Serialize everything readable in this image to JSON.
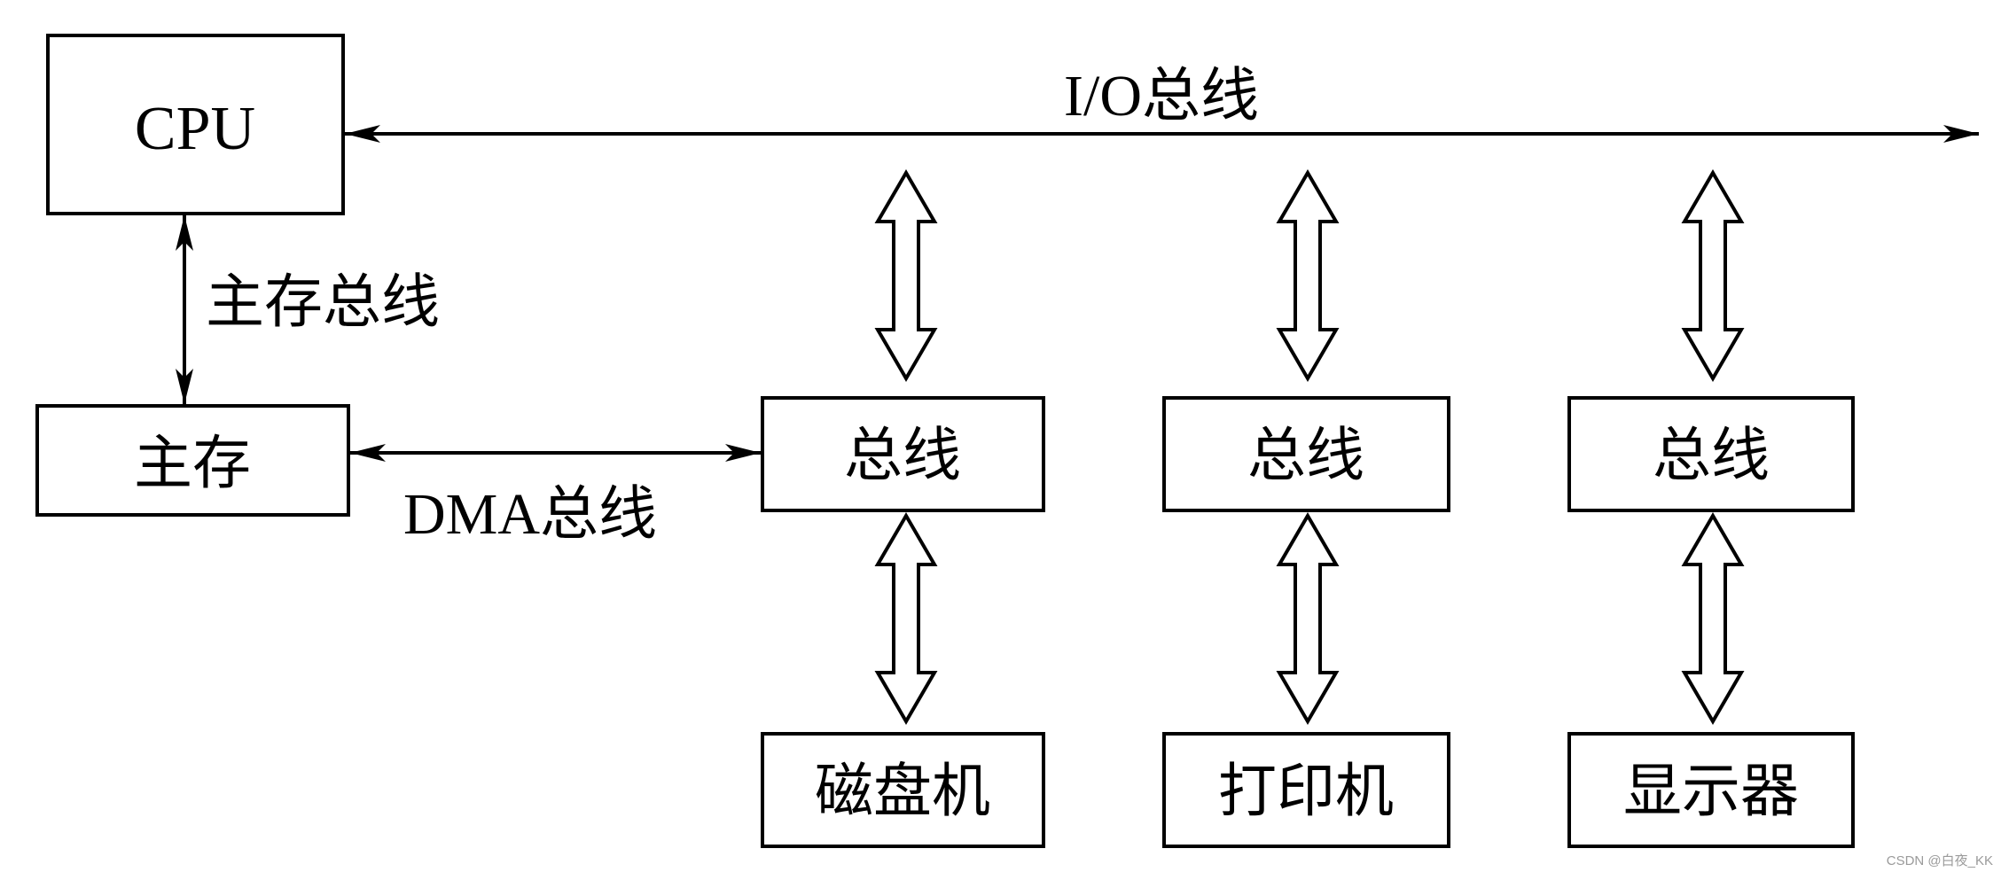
{
  "diagram": {
    "cpu": "CPU",
    "io_bus": "I/O总线",
    "main_memory_bus": "主存总线",
    "main_memory": "主存",
    "dma_bus": "DMA总线",
    "bus_1": "总线",
    "bus_2": "总线",
    "bus_3": "总线",
    "device_1": "磁盘机",
    "device_2": "打印机",
    "device_3": "显示器"
  },
  "watermark": "CSDN @白夜_KK"
}
